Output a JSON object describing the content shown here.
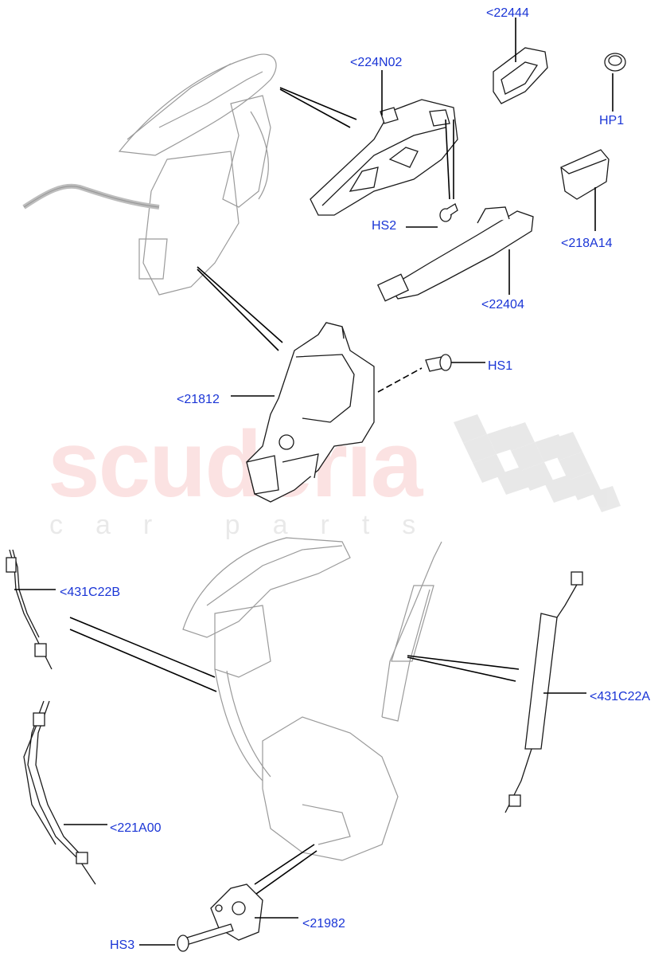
{
  "colors": {
    "label": "#1a35d6",
    "line": "#000000",
    "part_stroke": "#1a1a1a",
    "ghost_stroke": "#9a9a9a",
    "watermark_red": "#e01818",
    "watermark_gray": "#555555"
  },
  "watermark": {
    "brand": "scuderia",
    "tagline": "car parts"
  },
  "callouts": [
    {
      "id": "22444",
      "text": "<22444"
    },
    {
      "id": "224N02",
      "text": "<224N02"
    },
    {
      "id": "HP1",
      "text": "HP1"
    },
    {
      "id": "HS2",
      "text": "HS2"
    },
    {
      "id": "218A14",
      "text": "<218A14"
    },
    {
      "id": "22404",
      "text": "<22404"
    },
    {
      "id": "HS1",
      "text": "HS1"
    },
    {
      "id": "21812",
      "text": "<21812"
    },
    {
      "id": "431C22B",
      "text": "<431C22B"
    },
    {
      "id": "431C22A",
      "text": "<431C22A"
    },
    {
      "id": "221A00",
      "text": "<221A00"
    },
    {
      "id": "21982",
      "text": "<21982"
    },
    {
      "id": "HS3",
      "text": "HS3"
    }
  ]
}
